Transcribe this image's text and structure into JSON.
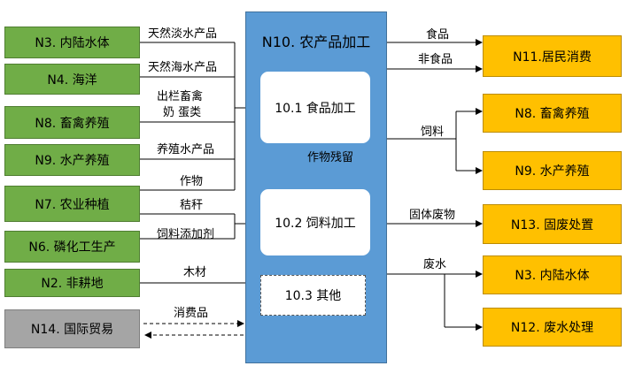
{
  "center": {
    "title": "N10. 农产品加工"
  },
  "inner": {
    "food": "10.1 食品加工",
    "feed": "10.2 饲料加工",
    "other": "10.3  其他"
  },
  "sources": {
    "n3": "N3. 内陆水体",
    "n4": "N4. 海洋",
    "n8": "N8. 畜禽养殖",
    "n9": "N9. 水产养殖",
    "n7": "N7. 农业种植",
    "n6": "N6. 磷化工生产",
    "n2": "N2. 非耕地",
    "n14": "N14. 国际贸易"
  },
  "targets": {
    "n11": "N11.居民消费",
    "n8": "N8. 畜禽养殖",
    "n9": "N9. 水产养殖",
    "n13": "N13. 固废处置",
    "n3": "N3. 内陆水体",
    "n12": "N12. 废水处理"
  },
  "flows_in": {
    "fresh_water": "天然淡水产品",
    "sea": "天然海水产品",
    "livestock_1": "出栏畜禽",
    "livestock_2": "奶    蛋类",
    "aquaculture": "养殖水产品",
    "crops": "作物",
    "straw": "秸秆",
    "additive": "饲料添加剂",
    "wood": "木材",
    "consumer": "消费品"
  },
  "flows_out": {
    "food": "食品",
    "nonfood": "非食品",
    "feed": "饲料",
    "solid": "固体废物",
    "wastewater": "废水",
    "residue": "作物残留"
  },
  "colors": {
    "source": "#70ad47",
    "trade": "#a5a5a5",
    "target": "#ffc000",
    "center": "#5b9bd5"
  }
}
